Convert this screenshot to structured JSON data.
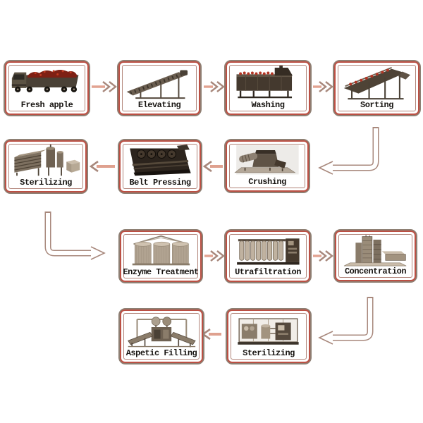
{
  "diagram": {
    "type": "flowchart",
    "nodes": [
      {
        "id": "fresh-apple",
        "label": "Fresh apple"
      },
      {
        "id": "elevating",
        "label": "Elevating"
      },
      {
        "id": "washing",
        "label": "Washing"
      },
      {
        "id": "sorting",
        "label": "Sorting"
      },
      {
        "id": "sterilizing-1",
        "label": "Sterilizing"
      },
      {
        "id": "belt-pressing",
        "label": "Belt Pressing"
      },
      {
        "id": "crushing",
        "label": "Crushing"
      },
      {
        "id": "enzyme-treatment",
        "label": "Enzyme Treatment"
      },
      {
        "id": "utrafiltration",
        "label": "Utrafiltration"
      },
      {
        "id": "concentration",
        "label": "Concentration"
      },
      {
        "id": "aspetic-filling",
        "label": "Aspetic Filling"
      },
      {
        "id": "sterilizing-2",
        "label": "Sterilizing"
      }
    ],
    "connections": [
      {
        "from": "Fresh apple",
        "to": "Elevating",
        "shape": "straight-right"
      },
      {
        "from": "Elevating",
        "to": "Washing",
        "shape": "straight-right"
      },
      {
        "from": "Washing",
        "to": "Sorting",
        "shape": "straight-right"
      },
      {
        "from": "Sorting",
        "to": "Crushing",
        "shape": "elbow-down-left"
      },
      {
        "from": "Crushing",
        "to": "Belt Pressing",
        "shape": "straight-left"
      },
      {
        "from": "Belt Pressing",
        "to": "Sterilizing",
        "shape": "straight-left"
      },
      {
        "from": "Sterilizing",
        "to": "Enzyme Treatment",
        "shape": "elbow-down-right"
      },
      {
        "from": "Enzyme Treatment",
        "to": "Utrafiltration",
        "shape": "straight-right"
      },
      {
        "from": "Utrafiltration",
        "to": "Concentration",
        "shape": "straight-right"
      },
      {
        "from": "Concentration",
        "to": "Sterilizing",
        "shape": "elbow-down-left"
      },
      {
        "from": "Sterilizing",
        "to": "Aspetic Filling",
        "shape": "straight-left"
      }
    ],
    "colors": {
      "background": "#ffffff",
      "box_outer_border": "#8e8074",
      "box_red_border": "#bc5044",
      "box_inner_line": "#b2857a",
      "arrow_outline": "#a8887c",
      "arrow_shaft": "#e2a391",
      "label_text": "#171411",
      "apple_red": "#b23524"
    }
  }
}
